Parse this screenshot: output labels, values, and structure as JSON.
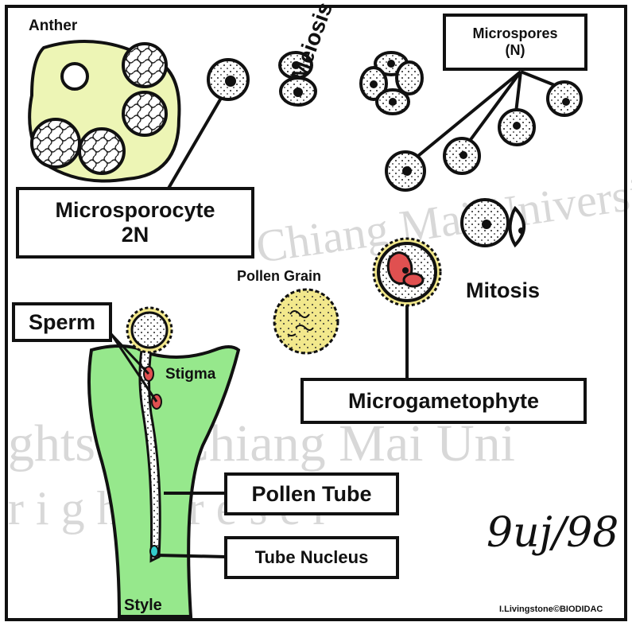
{
  "labels": {
    "anther": "Anther",
    "microsporocyte_line1": "Microsporocyte",
    "microsporocyte_line2": "2N",
    "meiosis": "Meiosis",
    "microspores_line1": "Microspores",
    "microspores_line2": "(N)",
    "pollen_grain": "Pollen Grain",
    "mitosis": "Mitosis",
    "microgametophyte": "Microgametophyte",
    "sperm": "Sperm",
    "stigma": "Stigma",
    "pollen_tube": "Pollen Tube",
    "tube_nucleus": "Tube Nucleus",
    "style": "Style"
  },
  "signature": "9uj/98",
  "credit": "I.Livingstone©BIODIDAC",
  "watermark": {
    "line1": "Chiang Mai University",
    "line2": "ghts  by  Chiang Mai Uni",
    "line3": "r  i  g  h  t  s     r  e  s  e  r"
  },
  "colors": {
    "anther_fill": "#edf5b5",
    "style_fill": "#96e88c",
    "pollen_fill": "#f2e88c",
    "sperm_red": "#e05050",
    "tube_nucleus_cyan": "#33cccc",
    "watermark": "#d8d8d8"
  }
}
